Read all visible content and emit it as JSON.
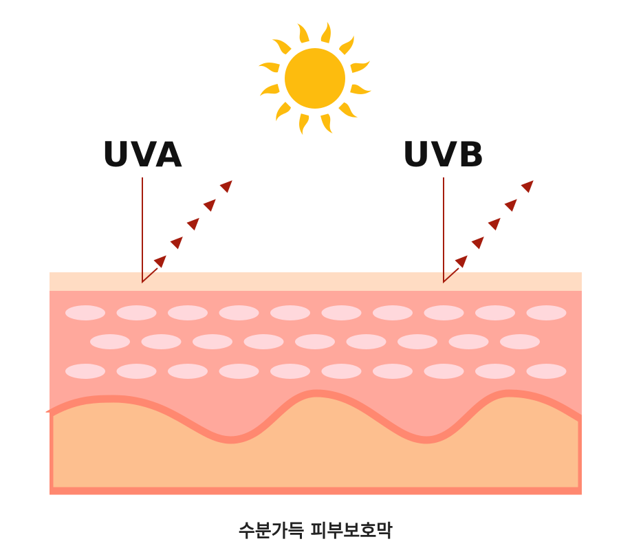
{
  "labels": {
    "uva": "UVA",
    "uvb": "UVB"
  },
  "caption": "수분가득 피부보호막",
  "colors": {
    "sun": "#FDBC0E",
    "epidermis": "#FFDCC3",
    "dermis": "#FFA89C",
    "cells": "#FFD8DC",
    "wave_line": "#FF8870",
    "subcutis": "#FDBF8F",
    "ray": "#A51C0D"
  }
}
